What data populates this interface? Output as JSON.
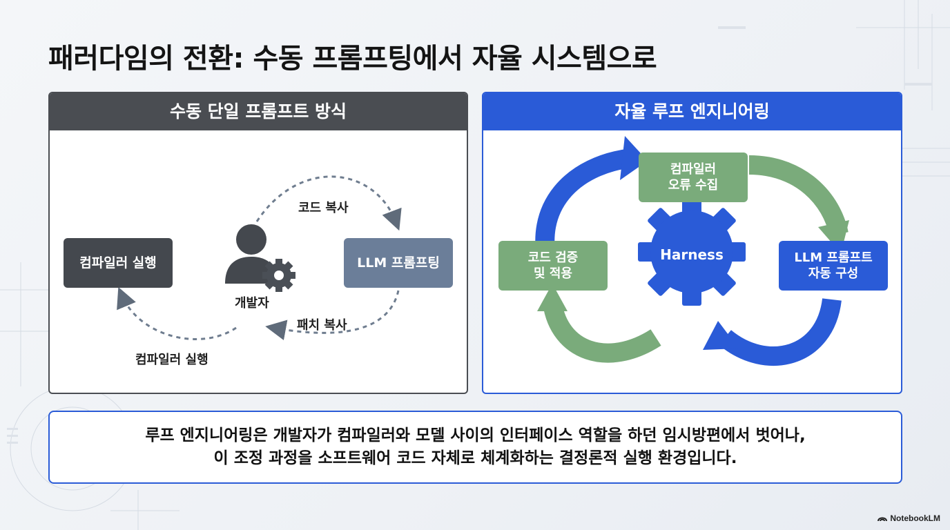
{
  "title": "패러다임의 전환: 수동 프롬프팅에서 자율 시스템으로",
  "left_panel": {
    "header": "수동 단일 프롬프트 방식",
    "compiler_box": "컴파일러 실행",
    "llm_box": "LLM 프롬프팅",
    "developer_label": "개발자",
    "arrow_copy_code": "코드 복사",
    "arrow_copy_patch": "패치 복사",
    "arrow_run_compiler": "컴파일러 실행"
  },
  "right_panel": {
    "header": "자율 루프 엔지니어링",
    "hub": "Harness",
    "collect_errors": [
      "컴파일러",
      "오류 수집"
    ],
    "compose_prompt": [
      "LLM 프롬프트",
      "자동 구성"
    ],
    "verify_apply": [
      "코드 검증",
      "및 적용"
    ]
  },
  "summary": {
    "line1": "루프 엔지니어링은 개발자가 컴파일러와 모델 사이의 인터페이스 역할을 하던 임시방편에서 벗어나,",
    "line2": "이 조정 과정을 소프트웨어 코드 자체로 체계화하는 결정론적 실행 환경입니다."
  },
  "brand": "NotebookLM",
  "colors": {
    "dark_gray": "#4a4d52",
    "slate_blue": "#6b7e99",
    "blue": "#2a5bd7",
    "green": "#7aab7b"
  }
}
